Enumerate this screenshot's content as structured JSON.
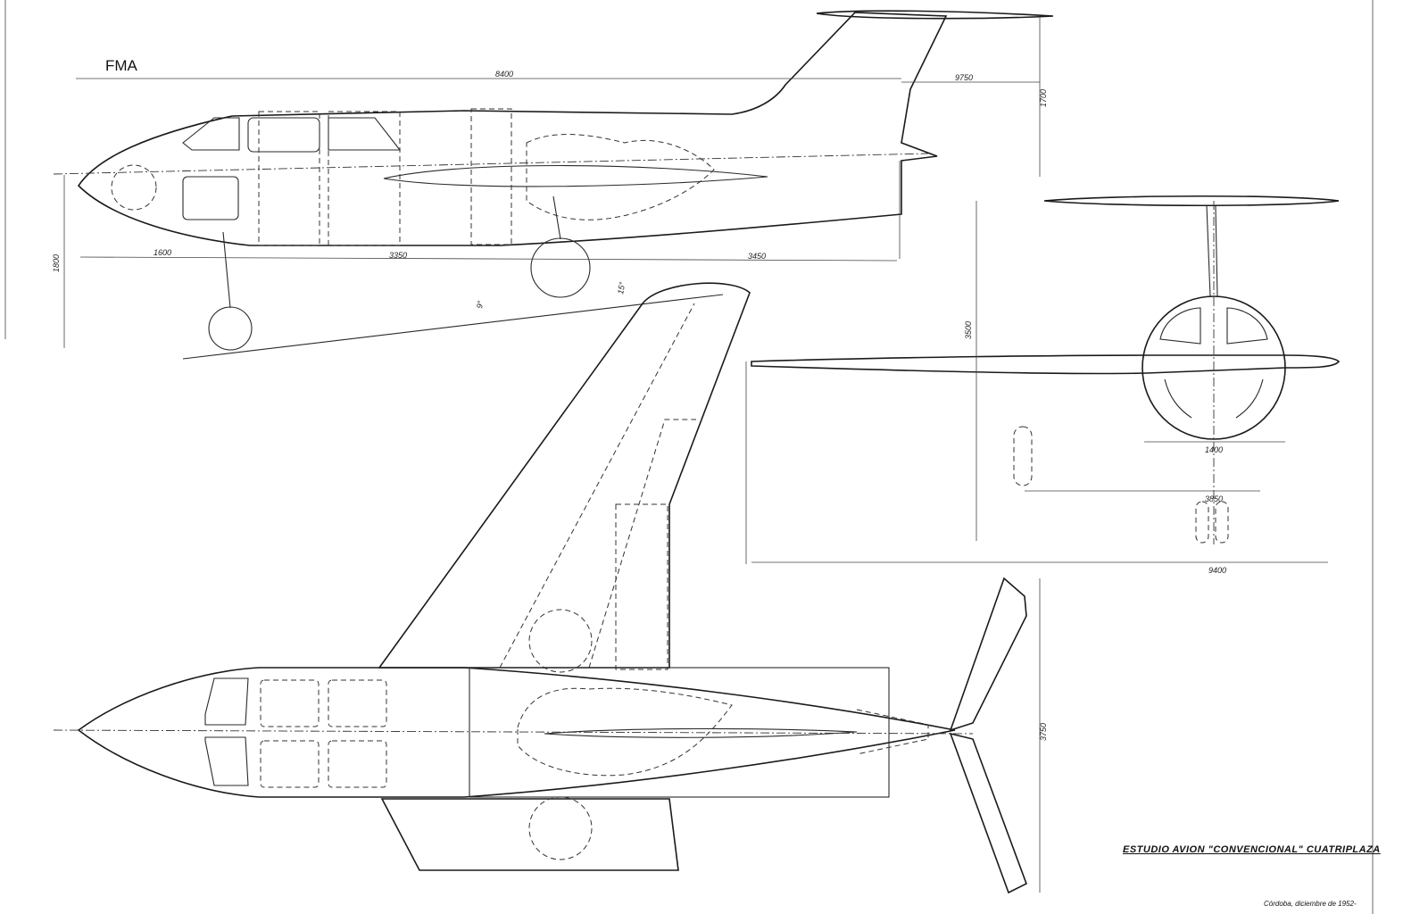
{
  "header": {
    "brand": "FMA"
  },
  "title_block": {
    "title": "ESTUDIO AVION \"CONVENCIONAL\" CUATRIPLAZA",
    "place_date": "Córdoba, diciembre de 1952-"
  },
  "dimensions": {
    "side_overall_length": "8400",
    "side_tail_width": "9750",
    "side_tail_height": "1700",
    "side_height": "1800",
    "side_nose_gear": "1600",
    "side_main_gear": "3350",
    "side_rear": "3450",
    "side_angle_a": "9°",
    "side_angle_b": "15°",
    "front_height": "3500",
    "front_fuselage_width": "1400",
    "front_track": "3850",
    "front_span": "9400",
    "plan_tail_span": "3750"
  }
}
